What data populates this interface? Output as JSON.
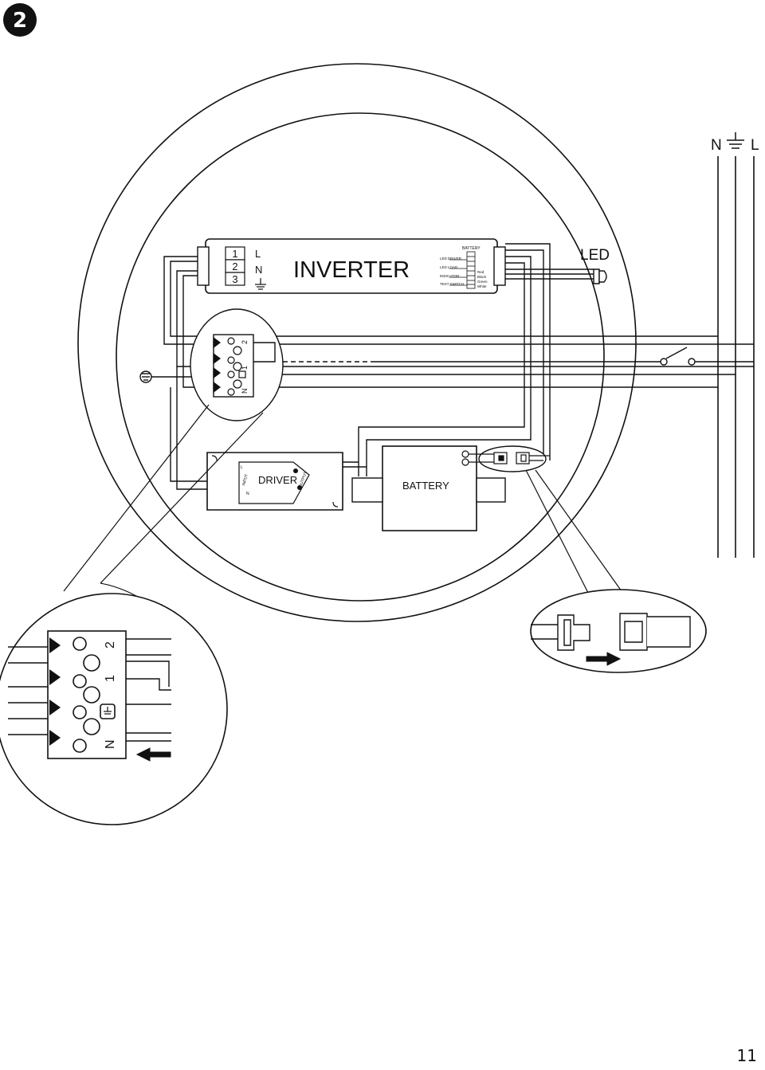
{
  "step_number": "2",
  "page_number": "11",
  "mains": {
    "n": "N",
    "l": "L",
    "earth_icon": "earth-icon"
  },
  "inverter": {
    "title": "INVERTER",
    "terminals": [
      "1",
      "2",
      "3"
    ],
    "terminal_labels": [
      "L",
      "N"
    ],
    "battery_header": "BATTERY",
    "side_labels": [
      "LED DRIVER",
      "LED LOAD",
      "INDICATOR",
      "TEST SWITCH"
    ],
    "wire_colors": [
      "Red",
      "Black",
      "Green",
      "White"
    ]
  },
  "led_label": "LED",
  "connector": {
    "labels": [
      "2",
      "1",
      "N"
    ]
  },
  "driver": {
    "title": "DRIVER",
    "input": "INPUT",
    "output": "OUTPUT",
    "l": "L",
    "n": "N"
  },
  "battery": {
    "title": "BATTERY"
  },
  "zoom_connector": {
    "labels": [
      "2",
      "1",
      "N"
    ]
  }
}
